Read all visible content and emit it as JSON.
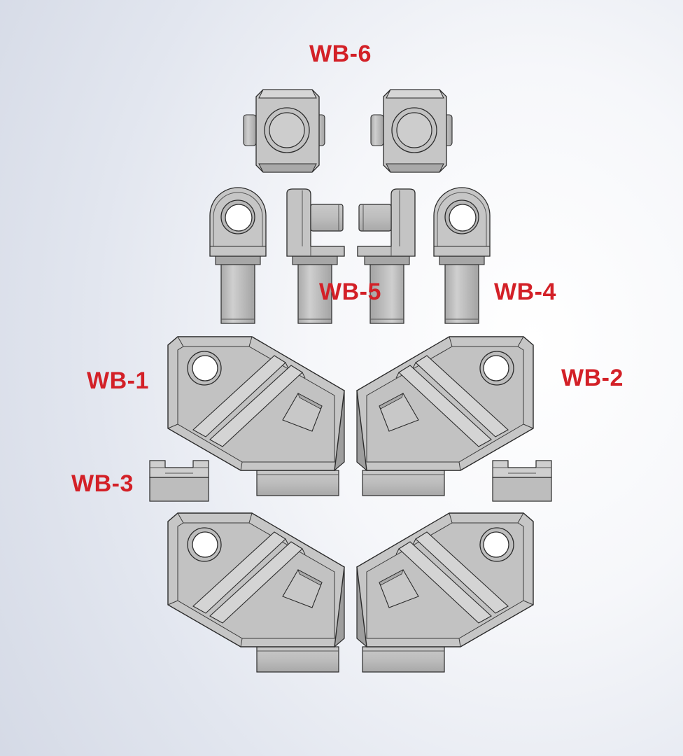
{
  "labels": {
    "wb1": "WB-1",
    "wb2": "WB-2",
    "wb3": "WB-3",
    "wb4": "WB-4",
    "wb5": "WB-5",
    "wb6": "WB-6"
  },
  "colors": {
    "label": "#d32027",
    "part_face": "#c4c4c4",
    "part_light": "#dadada",
    "part_dark": "#9e9e9e",
    "edge": "#2b2b2b"
  }
}
